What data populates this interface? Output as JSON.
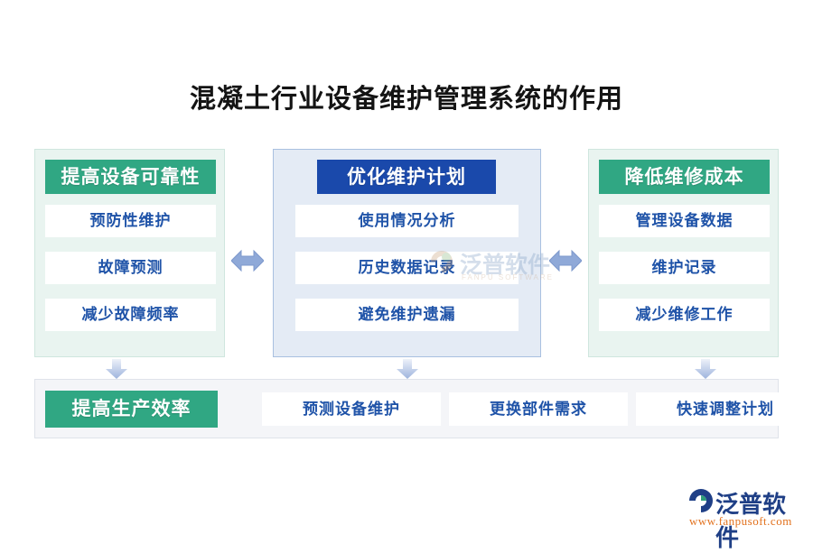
{
  "page": {
    "title": "混凝土行业设备维护管理系统的作用",
    "background": "#ffffff"
  },
  "colors": {
    "green_header": "#30a783",
    "blue_header": "#1a49ab",
    "item_text": "#1f53a8",
    "side_panel_bg": "#e9f4f0",
    "center_panel_bg": "#e4ebf5",
    "bottom_panel_bg": "#f4f5f8",
    "arrow": "#8fa9d8",
    "logo_text": "#1f3f86",
    "logo_url": "#e2711d"
  },
  "columns": [
    {
      "id": "reliability",
      "header": "提高设备可靠性",
      "header_style": "green",
      "items": [
        "预防性维护",
        "故障预测",
        "减少故障频率"
      ]
    },
    {
      "id": "maintenance-plan",
      "header": "优化维护计划",
      "header_style": "blue",
      "items": [
        "使用情况分析",
        "历史数据记录",
        "避免维护遗漏"
      ]
    },
    {
      "id": "cost",
      "header": "降低维修成本",
      "header_style": "green",
      "items": [
        "管理设备数据",
        "维护记录",
        "减少维修工作"
      ]
    }
  ],
  "connectors": {
    "horizontal": [
      "double-arrow-left-right",
      "double-arrow-left-right"
    ],
    "vertical": [
      "arrow-down",
      "arrow-down",
      "arrow-down"
    ]
  },
  "bottom_row": {
    "header": "提高生产效率",
    "items": [
      "预测设备维护",
      "更换部件需求",
      "快速调整计划"
    ]
  },
  "watermark": {
    "text": "泛普软件",
    "subtext": "FANPU SOFTWARE"
  },
  "logo": {
    "name": "泛普软件",
    "url": "www.fanpusoft.com"
  }
}
